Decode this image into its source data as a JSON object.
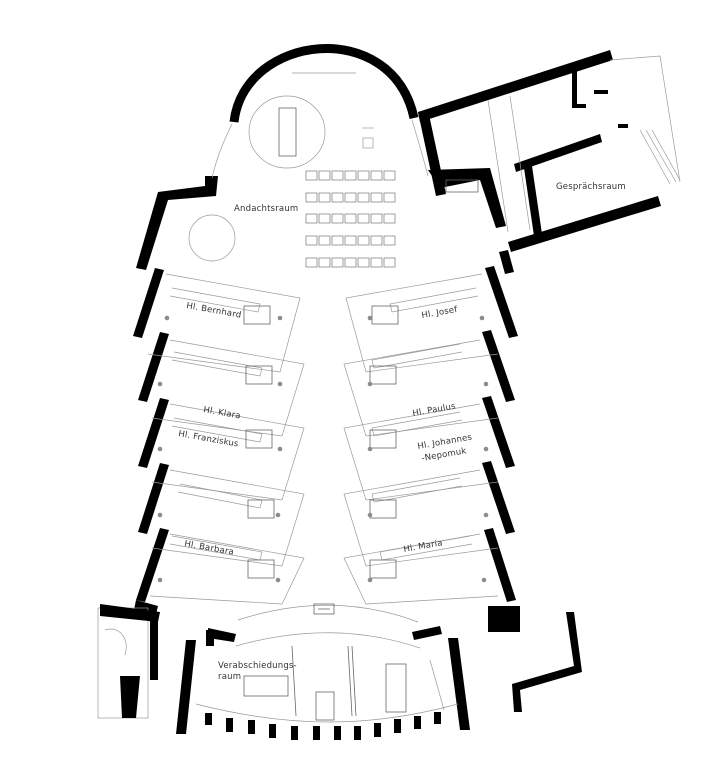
{
  "rooms": {
    "andachtsraum": "Andachtsraum",
    "gespraechsraum": "Gesprächsraum",
    "verabschiedungsraum_line1": "Verabschiedungs-",
    "verabschiedungsraum_line2": "raum"
  },
  "chapels_left": [
    "Hl. Bernhard",
    "Hl. Klara",
    "Hl. Franziskus",
    "Hl. Barbara"
  ],
  "chapels_right": [
    "Hl. Josef",
    "Hl. Paulus",
    "Hl. Johannes",
    "-Nepomuk",
    "Hl. Maria"
  ]
}
